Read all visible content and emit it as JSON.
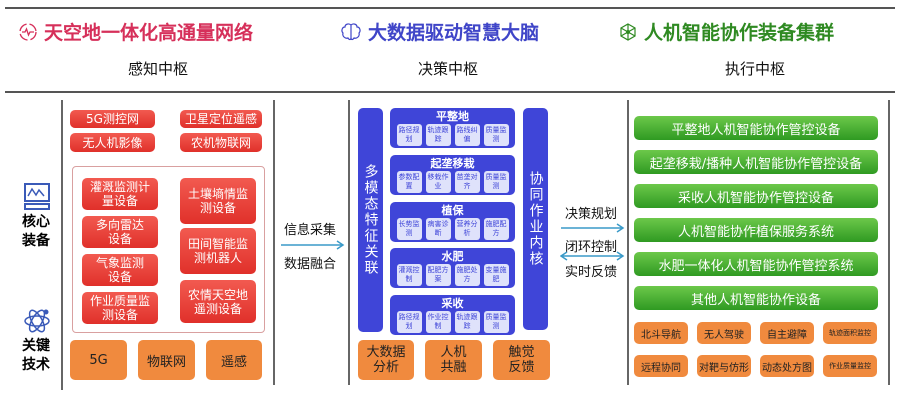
{
  "header": {
    "sections": [
      {
        "title": "天空地一体化高通量网络",
        "subtitle": "感知中枢",
        "icon": "pulse-circle-icon",
        "color": "#d6305a"
      },
      {
        "title": "大数据驱动智慧大脑",
        "subtitle": "决策中枢",
        "icon": "brain-icon",
        "color": "#3f45c8"
      },
      {
        "title": "人机智能协作装备集群",
        "subtitle": "执行中枢",
        "icon": "cube-network-icon",
        "color": "#2f8a22"
      }
    ]
  },
  "row_labels": {
    "core": "核心装备",
    "key": "关键技术"
  },
  "perception": {
    "networks": [
      "5G测控网",
      "卫星定位遥感",
      "无人机影像",
      "农机物联网"
    ],
    "left_devices": [
      "灌溉监测计量设备",
      "多向雷达设备",
      "气象监测设备",
      "作业质量监测设备"
    ],
    "right_devices": [
      "土壤墒情监测设备",
      "田间智能监测机器人",
      "农情天空地遥测设备"
    ],
    "tech": [
      "5G",
      "物联网",
      "遥感"
    ]
  },
  "arrow1": {
    "top": "信息采集",
    "bottom": "数据融合"
  },
  "decision": {
    "left_bar": "多模态特征关联",
    "right_bar": "协同作业内核",
    "groups": [
      {
        "name": "平整地",
        "items": [
          "路径规划",
          "轨迹跟踪",
          "路线纠偏",
          "质量监测"
        ]
      },
      {
        "name": "起垄移栽",
        "items": [
          "参数配置",
          "移栽作业",
          "苗垄对齐",
          "质量监测"
        ]
      },
      {
        "name": "植保",
        "items": [
          "长势监测",
          "病害诊断",
          "营养分析",
          "施肥配方"
        ]
      },
      {
        "name": "水肥",
        "items": [
          "灌溉控制",
          "配肥方案",
          "施肥处方",
          "变量施肥"
        ]
      },
      {
        "name": "采收",
        "items": [
          "路径规划",
          "作业控制",
          "轨迹跟踪",
          "质量监测"
        ]
      }
    ],
    "tech": [
      "大数据分析",
      "人机共融",
      "触觉反馈"
    ]
  },
  "arrow2": {
    "top": "决策规划",
    "middle": "闭环控制",
    "bottom": "实时反馈"
  },
  "execution": {
    "equipment": [
      "平整地人机智能协作管控设备",
      "起垄移栽/播种人机智能协作管控设备",
      "采收人机智能协作管控设备",
      "人机智能协作植保服务系统",
      "水肥一体化人机智能协作管控系统",
      "其他人机智能协作设备"
    ],
    "tech": [
      "北斗导航",
      "无人驾驶",
      "自主避障",
      "轨迹面积监控",
      "远程协同",
      "对靶与仿形",
      "动态处方图",
      "作业质量监控"
    ]
  }
}
